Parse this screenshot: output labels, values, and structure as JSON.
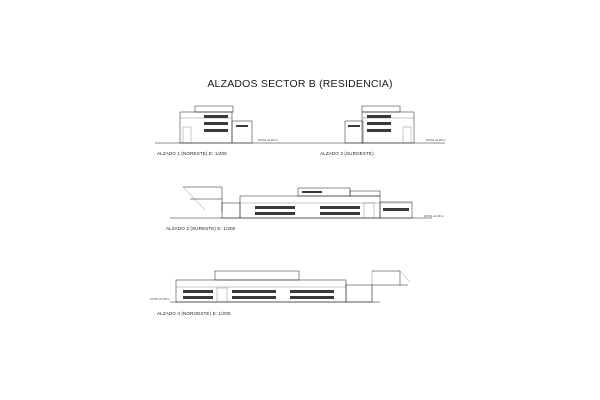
{
  "sheet": {
    "title": "ALZADOS SECTOR B (RESIDENCIA)"
  },
  "elevations": [
    {
      "caption": "ALZADO 1 (NORESTE)   E: 1/200",
      "level_note": "COTA +0.00 m"
    },
    {
      "caption": "ALZADO 3 (SUROESTE)",
      "level_note": "COTA +0.00 m"
    },
    {
      "caption": "ALZADO 2 (SURESTE)   E: 1/200",
      "level_note": "COTA +0.00 m"
    },
    {
      "caption": "ALZADO 4 (NOROESTE)   E: 1/200",
      "level_note": "COTA +0.00 m"
    }
  ]
}
